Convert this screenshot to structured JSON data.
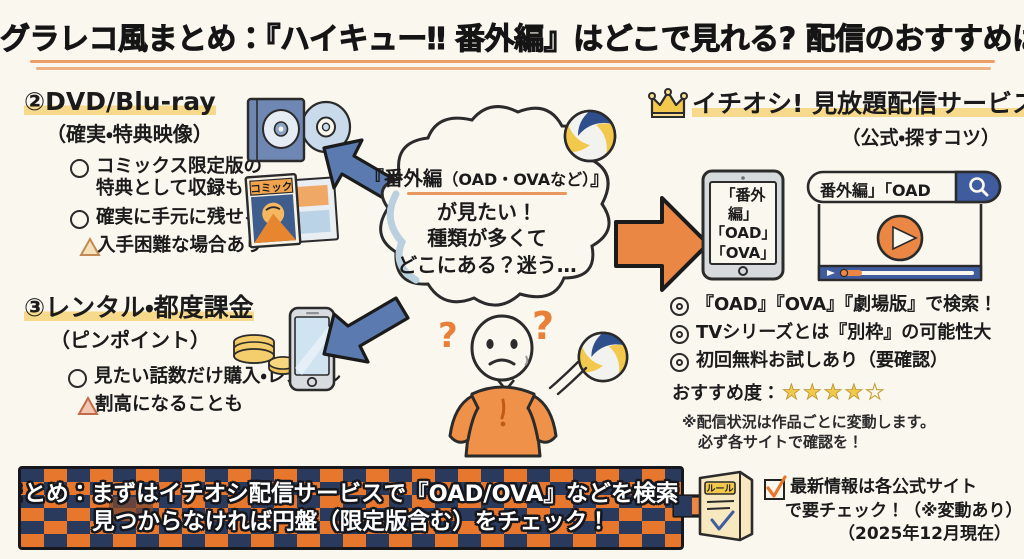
{
  "title": "グラレコ風まとめ：『ハイキュー‼ 番外編』はどこで見れる? 配信のおすすめは?",
  "colors": {
    "background": "#FAF7EE",
    "accent_orange": "#E8772E",
    "navy": "#2A3A5C",
    "highlight_yellow": "#F6D98A",
    "rule_orange": "#E8975E",
    "star_gold": "#F2C94C"
  },
  "sections": {
    "dvd": {
      "heading": "②DVD/Blu-ray",
      "sub": "（確実・特典映像）",
      "bullets": [
        {
          "marker": "circle",
          "text_line1": "コミックス限定版の",
          "text_line2": "特典として収録も！"
        },
        {
          "marker": "circle",
          "text_line1": "確実に手元に残せる",
          "text_line2": ""
        },
        {
          "marker": "triangle",
          "text_line1": "入手困難な場合あり",
          "text_line2": ""
        }
      ],
      "art": {
        "dvd_case": "dvd-case-icon",
        "disc": "disc-icon",
        "comic_label": "コミック"
      }
    },
    "rental": {
      "heading": "③レンタル・都度課金",
      "sub": "（ピンポイント）",
      "bullets": [
        {
          "marker": "circle",
          "text_line1": "見たい話数だけ購入・レンタル",
          "text_line2": ""
        },
        {
          "marker": "triangle",
          "text_line1": "割高になることも",
          "text_line2": ""
        }
      ],
      "art": {
        "coins": "coins-icon",
        "phone": "smartphone-icon"
      }
    },
    "cloud": {
      "line1_main": "『番外編",
      "line1_small": "（OAD・OVAなど）",
      "line1_end": "』",
      "line2": "が見たい！",
      "line3": "種類が多くて",
      "line4": "どこにある？迷う…"
    },
    "stream": {
      "heading": "イチオシ! 見放題配信サービス",
      "sub": "（公式・探すコツ）",
      "crown": "crown-icon",
      "tablet_lines": [
        "「番外編」",
        "「OAD」",
        "「OVA」"
      ],
      "search_query": "番外編」「OAD",
      "bullets": [
        {
          "marker": "double",
          "text_line1": "『OAD』『OVA』『劇場版』で検索！"
        },
        {
          "marker": "double",
          "text_line1": "TVシリーズとは『別枠』の可能性大"
        },
        {
          "marker": "double",
          "text_line1": "初回無料お試しあり（要確認）"
        }
      ],
      "rating_label": "おすすめ度：",
      "rating_filled": 4,
      "rating_total": 5,
      "note_line1": "※配信状況は作品ごとに変動します。",
      "note_line2": "必ず各サイトで確認を！"
    },
    "banner": {
      "line1": "まとめ：まずはイチオシ配信サービスで『OAD/OVA』などを検索！",
      "line2": "見つからなければ円盤（限定版含む）をチェック！"
    },
    "footer": {
      "book_label": "ルール",
      "line1": "最新情報は各公式サイト",
      "line2": "で要チェック！（※変動あり）",
      "line3": "（2025年12月現在）"
    }
  }
}
